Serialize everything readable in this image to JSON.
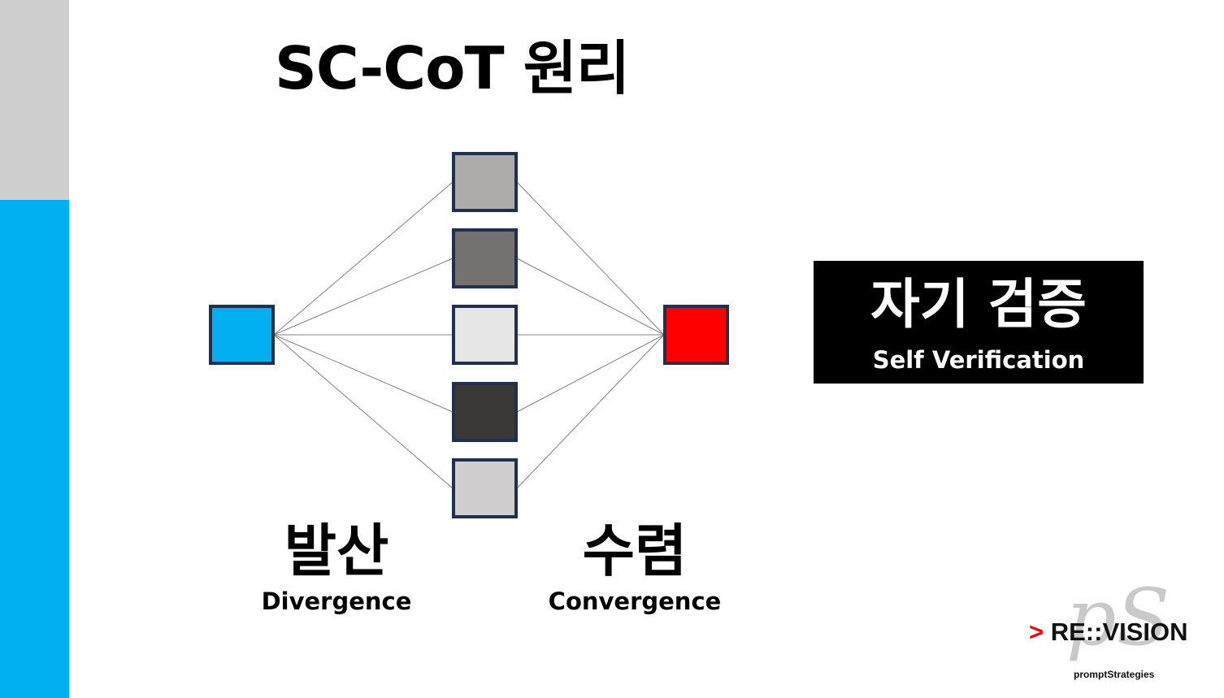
{
  "slide": {
    "title": "SC-CoT 원리",
    "sidebar_colors": {
      "top": "#d0cfcf",
      "bottom": "#00b0f0"
    }
  },
  "diagram": {
    "source_color": "#00b0f0",
    "target_color": "#ff0000",
    "middle_colors": [
      "#aeabab",
      "#767171",
      "#e7e6e6",
      "#3b3838",
      "#d0cecf"
    ],
    "border_color": "#1f3050",
    "divergence": {
      "ko": "발산",
      "en": "Divergence"
    },
    "convergence": {
      "ko": "수렴",
      "en": "Convergence"
    }
  },
  "verification": {
    "ko": "자기 검증",
    "en": "Self Verification"
  },
  "logo": {
    "mark": "pS",
    "arrow": ">",
    "brand": "RE::VISION",
    "tagline": "promptStrategies"
  }
}
